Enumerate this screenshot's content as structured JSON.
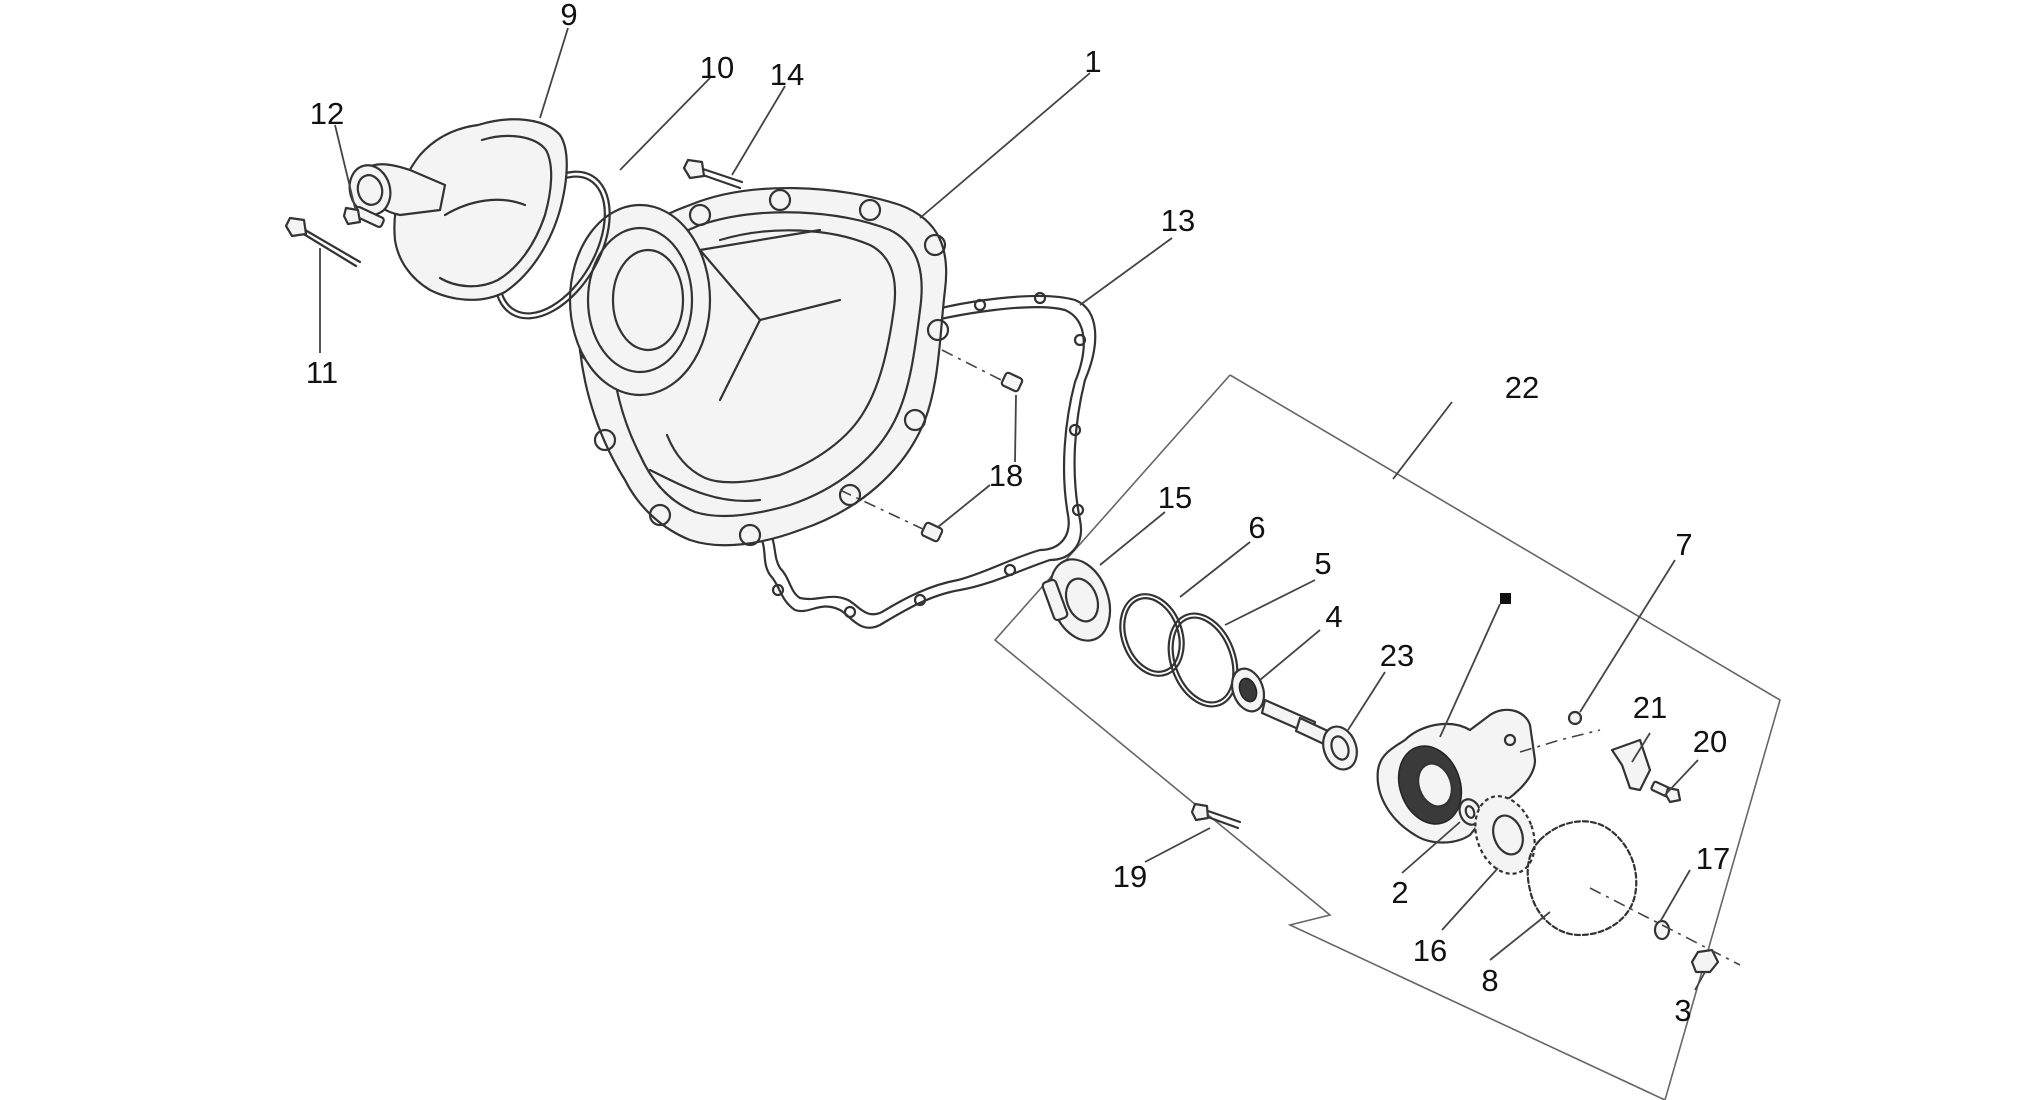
{
  "callouts": [
    {
      "id": "c1",
      "label": "1"
    },
    {
      "id": "c2",
      "label": "2"
    },
    {
      "id": "c3",
      "label": "3"
    },
    {
      "id": "c4",
      "label": "4"
    },
    {
      "id": "c5",
      "label": "5"
    },
    {
      "id": "c6",
      "label": "6"
    },
    {
      "id": "c7",
      "label": "7"
    },
    {
      "id": "c8",
      "label": "8"
    },
    {
      "id": "c9",
      "label": "9"
    },
    {
      "id": "c10",
      "label": "10"
    },
    {
      "id": "c11",
      "label": "11"
    },
    {
      "id": "c12",
      "label": "12"
    },
    {
      "id": "c13",
      "label": "13"
    },
    {
      "id": "c14",
      "label": "14"
    },
    {
      "id": "c15",
      "label": "15"
    },
    {
      "id": "c16",
      "label": "16"
    },
    {
      "id": "c17",
      "label": "17"
    },
    {
      "id": "c18",
      "label": "18"
    },
    {
      "id": "c19",
      "label": "19"
    },
    {
      "id": "c20",
      "label": "20"
    },
    {
      "id": "c21",
      "label": "21"
    },
    {
      "id": "c22",
      "label": "22"
    },
    {
      "id": "c23",
      "label": "23"
    }
  ],
  "marker": "■"
}
